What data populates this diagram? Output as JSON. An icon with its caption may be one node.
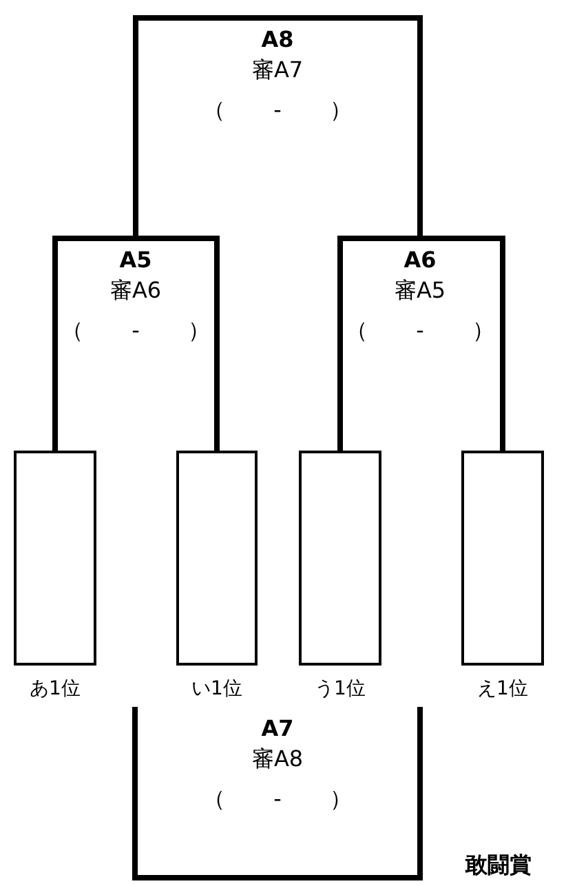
{
  "diagram": {
    "nodes": [
      {
        "text": [
          "A8",
          "審A7",
          "（ - ）"
        ]
      },
      {
        "text": [
          "A5",
          "審A6",
          "（ - ）"
        ]
      },
      {
        "text": [
          "A6",
          "審A5",
          "（ - ）"
        ]
      },
      {
        "text": [],
        "shape": "box",
        "beside": [
          "あ1位"
        ]
      },
      {
        "text": [],
        "shape": "box",
        "beside": [
          "い1位"
        ]
      },
      {
        "text": [],
        "shape": "box",
        "beside": [
          "う1位"
        ]
      },
      {
        "text": [],
        "shape": "box",
        "beside": [
          "え1位"
        ]
      },
      {
        "text": [
          "A7",
          "審A8",
          "（ - ）"
        ]
      }
    ],
    "edges": [
      {
        "from": 3,
        "to": 1,
        "arrow": "none"
      },
      {
        "from": 4,
        "to": 1,
        "arrow": "none"
      },
      {
        "from": 5,
        "to": 2,
        "arrow": "none"
      },
      {
        "from": 6,
        "to": 2,
        "arrow": "none"
      },
      {
        "from": 1,
        "to": 0,
        "arrow": "none"
      },
      {
        "from": 2,
        "to": 0,
        "arrow": "none"
      },
      {
        "from": null,
        "to": 7,
        "arrow": "none"
      },
      {
        "from": null,
        "to": 7,
        "arrow": "none"
      }
    ],
    "labels": [
      "敢闘賞"
    ]
  }
}
